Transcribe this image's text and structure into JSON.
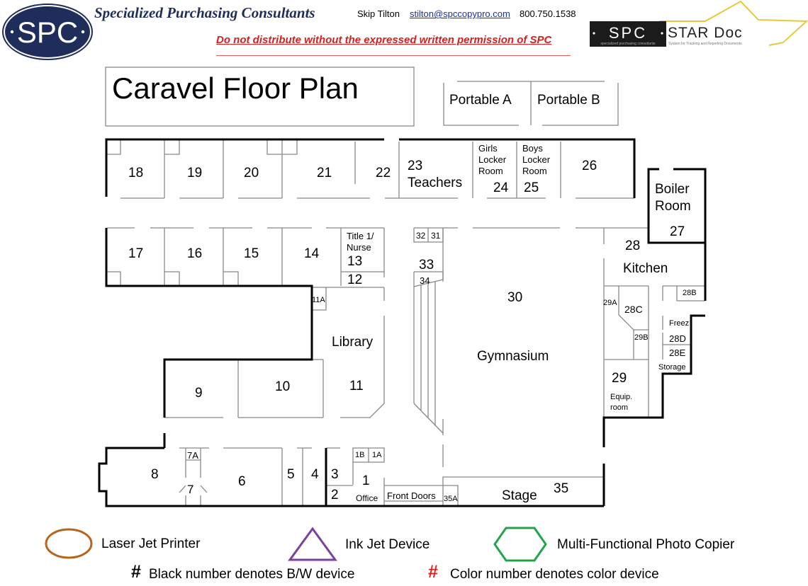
{
  "header": {
    "logo_text": "SPC",
    "company": "Specialized Purchasing Consultants",
    "contact_name": "Skip Tilton",
    "contact_email": "stilton@spccopypro.com",
    "contact_phone": "800.750.1538",
    "warning": "Do not distribute without the expressed written permission of SPC",
    "star_logo_left": "SPC",
    "star_logo_left_sub": "specialized purchasing consultants",
    "star_logo_right": "STAR Doc",
    "star_logo_right_sub": "System for Tracking and Reporting Documents"
  },
  "plan": {
    "title": "Caravel Floor Plan",
    "portables": [
      "Portable A",
      "Portable B"
    ],
    "rooms": {
      "r18": "18",
      "r19": "19",
      "r20": "20",
      "r21": "21",
      "r22": "22",
      "r23": "23",
      "teachers": "Teachers",
      "girls": [
        "Girls",
        "Locker",
        "Room"
      ],
      "r24": "24",
      "boys": [
        "Boys",
        "Locker",
        "Room"
      ],
      "r25": "25",
      "r26": "26",
      "boiler": [
        "Boiler",
        "Room"
      ],
      "r27": "27",
      "r17": "17",
      "r16": "16",
      "r15": "15",
      "r14": "14",
      "title1": [
        "Title 1/",
        "Nurse"
      ],
      "r13": "13",
      "r12": "12",
      "r11a": "11A",
      "library": "Library",
      "r11": "11",
      "r32": "32",
      "r31": "31",
      "r33": "33",
      "r34": "34",
      "r30": "30",
      "gym": "Gymnasium",
      "r28": "28",
      "kitchen": "Kitchen",
      "r28b": "28B",
      "r29a": "29A",
      "r28c": "28C",
      "r29b": "29B",
      "freez": "Freez",
      "r28d": "28D",
      "r28e": "28E",
      "storage": "Storage",
      "r29": "29",
      "equip": [
        "Equip.",
        "room"
      ],
      "r9": "9",
      "r10": "10",
      "r8": "8",
      "r7a": "7A",
      "r7": "7",
      "r6": "6",
      "r5": "5",
      "r4": "4",
      "r3": "3",
      "r2": "2",
      "r1b": "1B",
      "r1a": "1A",
      "r1": "1",
      "office": "Office",
      "front_doors": "Front Doors",
      "r35a": "35A",
      "stage": "Stage",
      "r35": "35"
    }
  },
  "legend": {
    "laser": {
      "label": "Laser Jet Printer",
      "color": "#b5651d",
      "icon": "ellipse-icon"
    },
    "inkjet": {
      "label": "Ink Jet Device",
      "color": "#7b3fa0",
      "icon": "triangle-icon"
    },
    "mfp": {
      "label": "Multi-Functional Photo Copier",
      "color": "#22a44a",
      "icon": "hexagon-icon"
    },
    "bw_symbol": "#",
    "bw_text": "Black number denotes B/W device",
    "color_symbol": "#",
    "color_text": "Color number denotes color device",
    "color_symbol_color": "#e41e1e"
  }
}
